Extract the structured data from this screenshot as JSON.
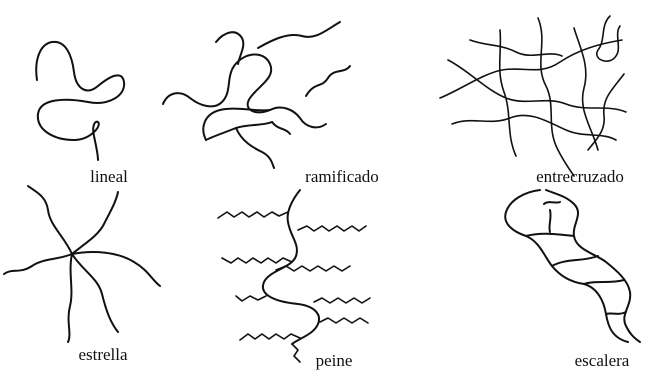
{
  "panels": [
    {
      "label": "lineal"
    },
    {
      "label": "ramificado"
    },
    {
      "label": "entrecruzado"
    },
    {
      "label": "estrella"
    },
    {
      "label": "peine"
    },
    {
      "label": "escalera"
    }
  ]
}
